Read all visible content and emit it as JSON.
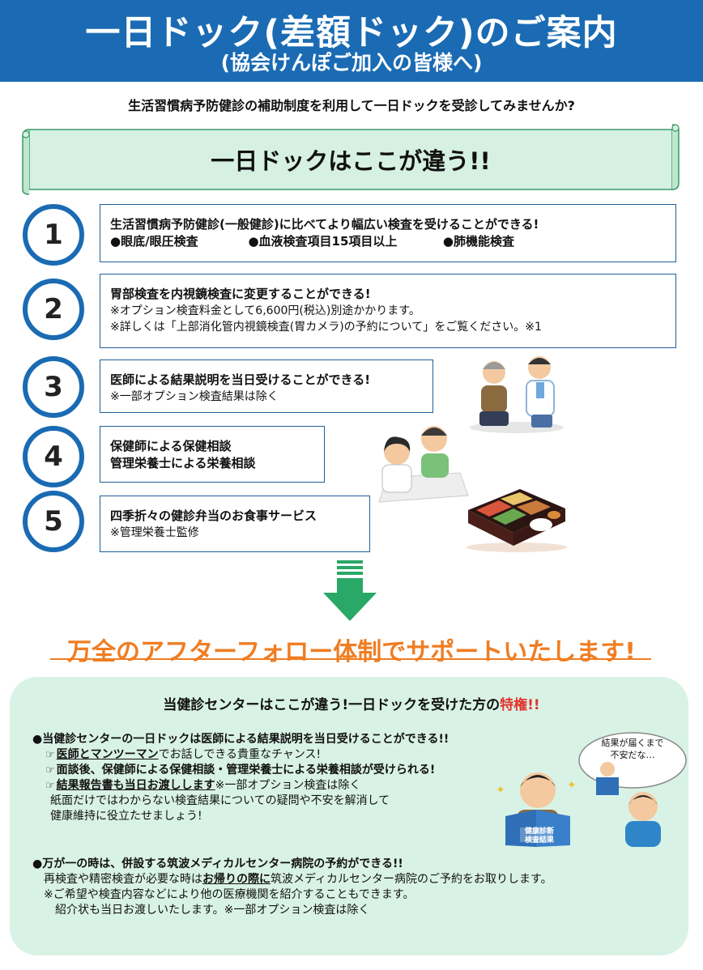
{
  "header": {
    "title": "一日ドック(差額ドック)のご案内",
    "subtitle": "(協会けんぽご加入の皆様へ)"
  },
  "lead": "生活習慣病予防健診の補助制度を利用して一日ドックを受診してみませんか?",
  "banner": "一日ドックはここが違う!!",
  "items": [
    {
      "num": "1",
      "line1": "生活習慣病予防健診(一般健診)に比べてより幅広い検査を受けることができる!",
      "features": [
        "●眼底/眼圧検査",
        "●血液検査項目15項目以上",
        "●肺機能検査"
      ]
    },
    {
      "num": "2",
      "line1": "胃部検査を内視鏡検査に変更することができる!",
      "line2": "※オプション検査料金として6,600円(税込)別途かかります。",
      "line3": "※詳しくは「上部消化管内視鏡検査(胃カメラ)の予約について」をご覧ください。※1"
    },
    {
      "num": "3",
      "line1": "医師による結果説明を当日受けることができる!",
      "line2": "※一部オプション検査結果は除く"
    },
    {
      "num": "4",
      "line1": "保健師による保健相談",
      "line2": "管理栄養士による栄養相談"
    },
    {
      "num": "5",
      "line1": "四季折々の健診弁当のお食事サービス",
      "line2": "※管理栄養士監修"
    }
  ],
  "slogan": "万全のアフターフォロー体制でサポートいたします!",
  "panel": {
    "title_pre": "当健診センターはここが違う!一日ドックを受けた方の",
    "title_em": "特権!!",
    "p1": "●当健診センターの一日ドックは医師による結果説明を当日受けることができる!!",
    "p1a_u": "医師とマンツーマン",
    "p1a_rest": "でお話しできる貴重なチャンス!",
    "p1b": "面談後、保健師による保健相談・管理栄養士による栄養相談が受けられる!",
    "p1c_u": "結果報告書も当日お渡しします",
    "p1c_rest": "※一部オプション検査は除く",
    "p1d": "紙面だけではわからない検査結果についての疑問や不安を解消して",
    "p1e": "健康維持に役立たせましょう!",
    "p2": "●万が一の時は、併設する筑波メディカルセンター病院の予約ができる!!",
    "p2a_pre": "再検査や精密検査が必要な時は",
    "p2a_u": "お帰りの際に",
    "p2a_rest": "筑波メディカルセンター病院のご予約をお取りします。",
    "p2b": "※ご希望や検査内容などにより他の医療機関を紹介することもできます。",
    "p2c": "紹介状も当日お渡しいたします。※一部オプション検査は除く",
    "bubble": "結果が届くまで\n不安だな…",
    "book_label": "健康診断\n検査結果"
  },
  "colors": {
    "header_blue": "#1a6bb3",
    "banner_green": "#d6f0e1",
    "arrow_green": "#2aa867",
    "slogan_orange": "#ef7d22",
    "panel_green": "#d9f2e6",
    "emphasis_red": "#e0342a"
  },
  "icons": [
    "pointing-hand-icon",
    "down-arrow-icon"
  ]
}
